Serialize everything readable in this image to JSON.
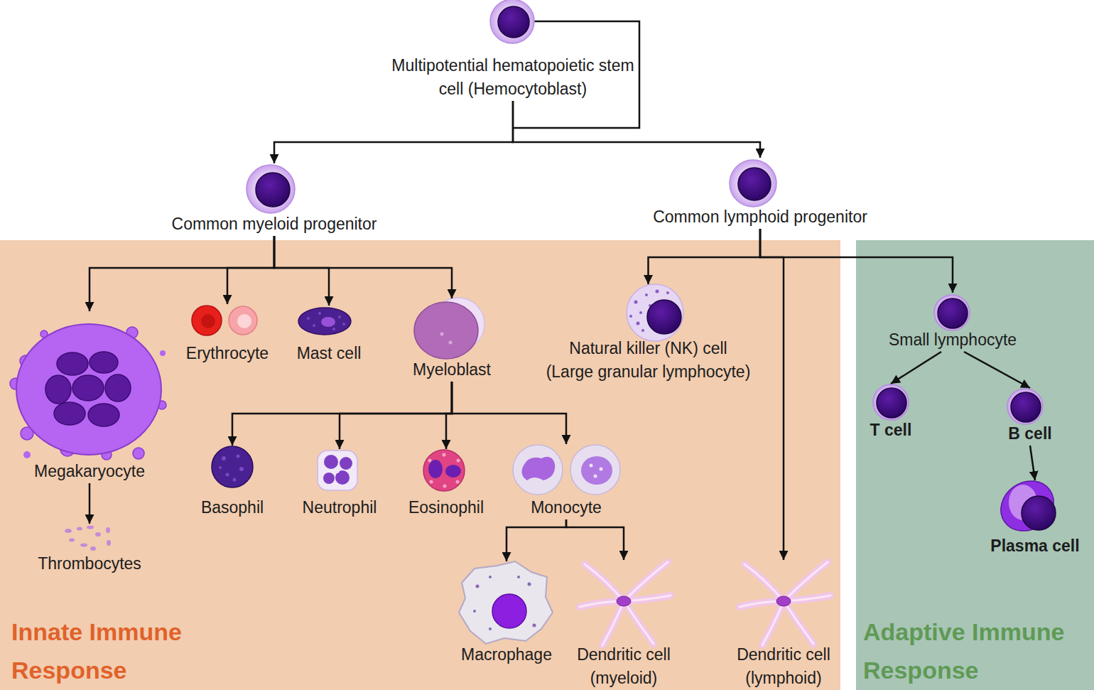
{
  "diagram": {
    "nodes": [
      {
        "text": [
          "Multipotential hematopoietic stem cell (Hemocytoblast)"
        ]
      },
      {
        "text": [
          "Common myeloid progenitor"
        ]
      },
      {
        "text": [
          "Common lymphoid progenitor"
        ]
      },
      {
        "text": [
          "Innate Immune Response"
        ]
      },
      {
        "text": [
          "Megakaryocyte"
        ],
        "in": 3
      },
      {
        "text": [
          "Thrombocytes"
        ],
        "in": 3
      },
      {
        "text": [
          "Erythrocyte"
        ],
        "in": 3
      },
      {
        "text": [
          "Mast cell"
        ],
        "in": 3
      },
      {
        "text": [
          "Myeloblast"
        ],
        "in": 3
      },
      {
        "text": [
          "Natural killer (NK) cell",
          "(Large granular lymphocyte)"
        ],
        "in": 3
      },
      {
        "text": [
          "Basophil"
        ],
        "in": 3
      },
      {
        "text": [
          "Neutrophil"
        ],
        "in": 3
      },
      {
        "text": [
          "Eosinophil"
        ],
        "in": 3
      },
      {
        "text": [
          "Monocyte"
        ],
        "in": 3
      },
      {
        "text": [
          "Macrophage"
        ],
        "in": 3
      },
      {
        "text": [
          "Dendritic cell (myeloid)"
        ],
        "in": 3
      },
      {
        "text": [
          "Dendritic cell (lymphoid)"
        ],
        "in": 3
      },
      {
        "text": [
          "Adaptive Immune Response"
        ]
      },
      {
        "text": [
          "Small lymphocyte"
        ],
        "in": 17
      },
      {
        "text": [
          "T cell"
        ],
        "in": 17
      },
      {
        "text": [
          "B cell"
        ],
        "in": 17
      },
      {
        "text": [
          "Plasma cell"
        ],
        "in": 17
      }
    ],
    "edges": [
      {
        "from": 0,
        "to": 1,
        "arrow": "to"
      },
      {
        "from": 0,
        "to": 2,
        "arrow": "to"
      },
      {
        "from": 1,
        "to": 4,
        "arrow": "to"
      },
      {
        "from": 1,
        "to": 6,
        "arrow": "to"
      },
      {
        "from": 1,
        "to": 7,
        "arrow": "to"
      },
      {
        "from": 1,
        "to": 8,
        "arrow": "to"
      },
      {
        "from": 4,
        "to": 5,
        "arrow": "to"
      },
      {
        "from": 8,
        "to": 10,
        "arrow": "to"
      },
      {
        "from": 8,
        "to": 11,
        "arrow": "to"
      },
      {
        "from": 8,
        "to": 12,
        "arrow": "to"
      },
      {
        "from": 8,
        "to": 13,
        "arrow": "to"
      },
      {
        "from": 13,
        "to": 14,
        "arrow": "to"
      },
      {
        "from": 13,
        "to": 15,
        "arrow": "to"
      },
      {
        "from": 2,
        "to": 9,
        "arrow": "to"
      },
      {
        "from": 2,
        "to": 16,
        "arrow": "to"
      },
      {
        "from": 2,
        "to": 18,
        "arrow": "to"
      },
      {
        "from": 18,
        "to": 19,
        "arrow": "to"
      },
      {
        "from": 18,
        "to": 20,
        "arrow": "to"
      },
      {
        "from": 20,
        "to": 21,
        "arrow": "to"
      }
    ]
  }
}
